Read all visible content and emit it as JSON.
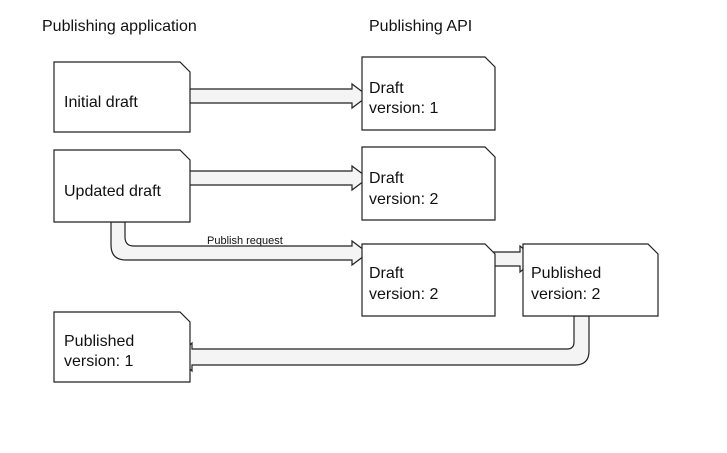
{
  "headers": {
    "left": "Publishing application",
    "right": "Publishing API"
  },
  "documents": {
    "initial_draft": "Initial draft",
    "updated_draft": "Updated draft",
    "published_v1_line1": "Published",
    "published_v1_line2": "version: 1",
    "api_draft1_line1": "Draft",
    "api_draft1_line2": "version: 1",
    "api_draft2_line1": "Draft",
    "api_draft2_line2": "version: 2",
    "api_draft2b_line1": "Draft",
    "api_draft2b_line2": "version: 2",
    "api_published_line1": "Published",
    "api_published_line2": "version: 2"
  },
  "arrows": {
    "publish_request": "Publish request"
  }
}
